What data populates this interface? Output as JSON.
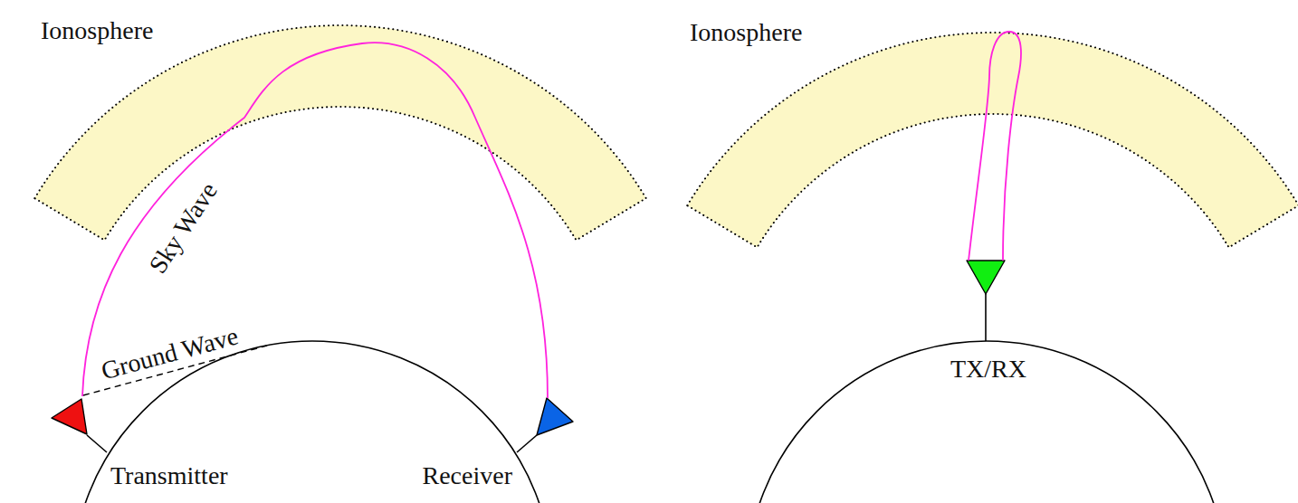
{
  "diagram": {
    "nodes": [
      {
        "text": [
          "Ionosphere"
        ]
      },
      {
        "text": [
          "Ionosphere"
        ]
      }
    ],
    "labels": [
      "Sky Wave",
      "Ground Wave",
      "Transmitter",
      "Receiver",
      "TX/RX"
    ]
  }
}
